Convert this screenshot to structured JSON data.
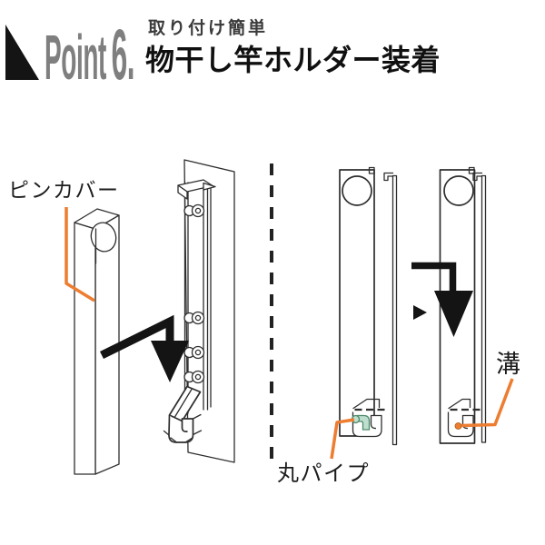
{
  "header": {
    "logo_point": "Point",
    "logo_number": "6.",
    "subtitle": "取り付け簡単",
    "title": "物干し竿ホルダー装着"
  },
  "diagram": {
    "pin_cover_label": "ピンカバー",
    "round_pipe_label": "丸パイプ",
    "groove_label": "溝"
  },
  "colors": {
    "accent_orange": "#ed7d31",
    "logo_gray": "#7f7f7f",
    "line_dark": "#2e2e2e",
    "arrow_black": "#141414",
    "pipe_green_fill": "#bfdfce",
    "pipe_green_stroke": "#4d8a6b"
  }
}
